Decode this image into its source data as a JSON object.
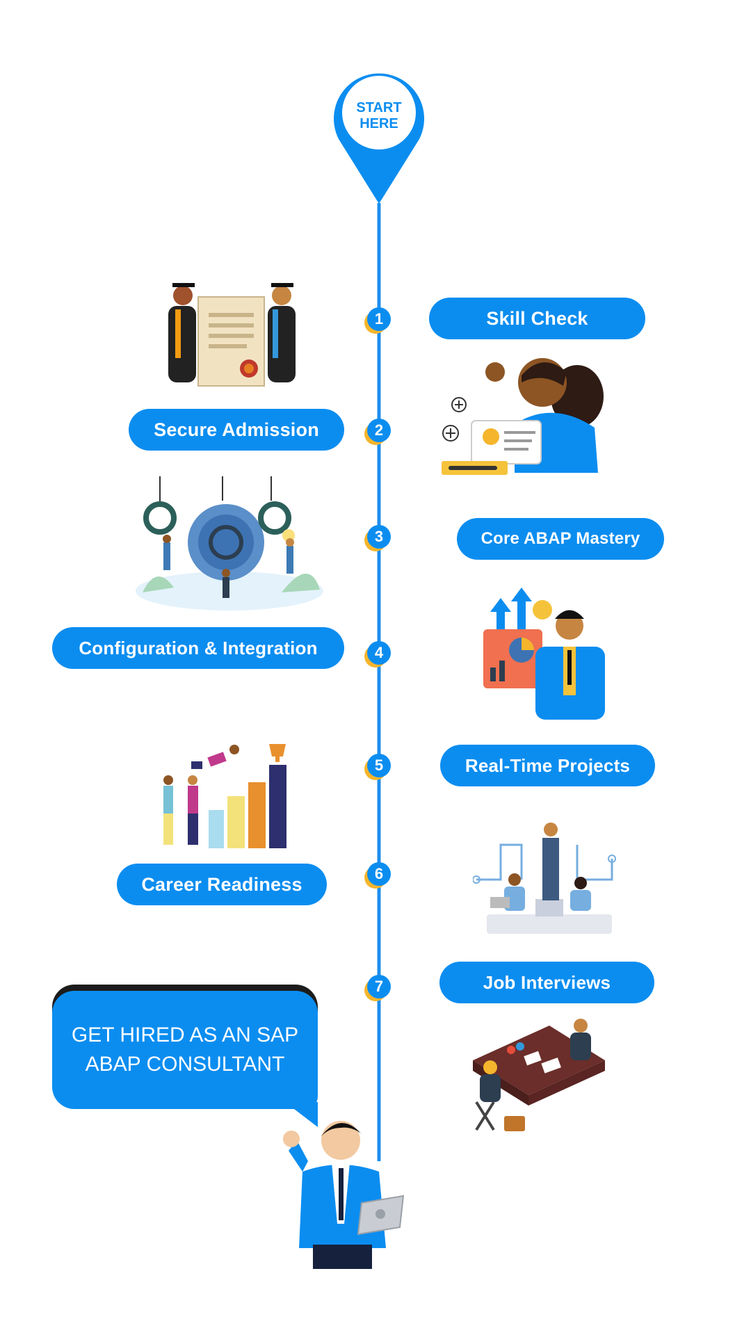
{
  "start_pin": {
    "line1": "START",
    "line2": "HERE",
    "color": "#0b8df0"
  },
  "steps": [
    {
      "number": "1",
      "label": "Skill Check"
    },
    {
      "number": "2",
      "label": "Secure Admission"
    },
    {
      "number": "3",
      "label": "Core ABAP Mastery"
    },
    {
      "number": "4",
      "label": "Configuration & Integration"
    },
    {
      "number": "5",
      "label": "Real-Time Projects"
    },
    {
      "number": "6",
      "label": "Career Readiness"
    },
    {
      "number": "7",
      "label": "Job Interviews"
    }
  ],
  "goal": {
    "text": "GET HIRED AS AN SAP ABAP CONSULTANT"
  },
  "colors": {
    "primary": "#0b8df0",
    "accent": "#f5b52c",
    "line": "#1e8fee"
  },
  "illustrations": [
    "graduates-certificate-illustration",
    "woman-certificate-illustration",
    "gears-team-illustration",
    "analyst-chart-illustration",
    "team-climbing-bars-illustration",
    "team-network-illustration",
    "interview-desk-illustration",
    "celebrating-consultant-illustration"
  ]
}
